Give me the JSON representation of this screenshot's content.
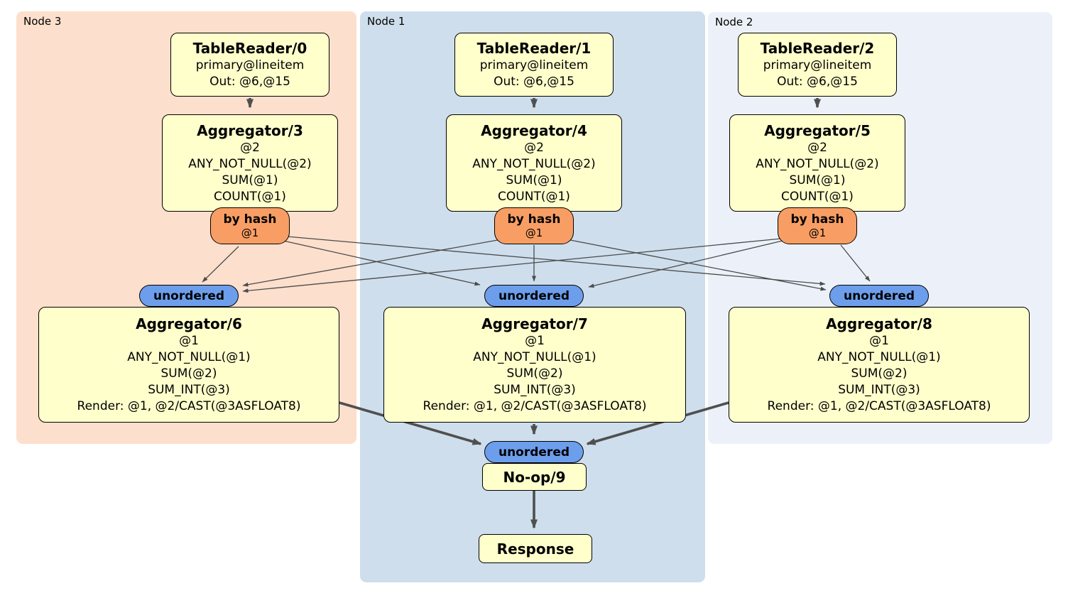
{
  "colors": {
    "node3_bg": "#fcdfcc",
    "node1_bg": "#cedeec",
    "node2_bg": "#ecf1f9",
    "processor_fill": "#ffffcc",
    "router_fill": "#f89e64",
    "stream_fill": "#6d9eeb",
    "edge": "#4b4b4b"
  },
  "node3": {
    "label": "Node 3",
    "table_reader": {
      "title": "TableReader/0",
      "index": "primary@lineitem",
      "out": "Out: @6,@15"
    },
    "aggregator_top": {
      "title": "Aggregator/3",
      "lines": [
        "@2",
        "ANY_NOT_NULL(@2)",
        "SUM(@1)",
        "COUNT(@1)"
      ]
    },
    "router": {
      "label": "by hash",
      "detail": "@1"
    },
    "stream": {
      "label": "unordered"
    },
    "aggregator_bottom": {
      "title": "Aggregator/6",
      "lines": [
        "@1",
        "ANY_NOT_NULL(@1)",
        "SUM(@2)",
        "SUM_INT(@3)",
        "Render: @1, @2/CAST(@3ASFLOAT8)"
      ]
    }
  },
  "node1": {
    "label": "Node 1",
    "table_reader": {
      "title": "TableReader/1",
      "index": "primary@lineitem",
      "out": "Out: @6,@15"
    },
    "aggregator_top": {
      "title": "Aggregator/4",
      "lines": [
        "@2",
        "ANY_NOT_NULL(@2)",
        "SUM(@1)",
        "COUNT(@1)"
      ]
    },
    "router": {
      "label": "by hash",
      "detail": "@1"
    },
    "stream": {
      "label": "unordered"
    },
    "aggregator_bottom": {
      "title": "Aggregator/7",
      "lines": [
        "@1",
        "ANY_NOT_NULL(@1)",
        "SUM(@2)",
        "SUM_INT(@3)",
        "Render: @1, @2/CAST(@3ASFLOAT8)"
      ]
    }
  },
  "node2": {
    "label": "Node 2",
    "table_reader": {
      "title": "TableReader/2",
      "index": "primary@lineitem",
      "out": "Out: @6,@15"
    },
    "aggregator_top": {
      "title": "Aggregator/5",
      "lines": [
        "@2",
        "ANY_NOT_NULL(@2)",
        "SUM(@1)",
        "COUNT(@1)"
      ]
    },
    "router": {
      "label": "by hash",
      "detail": "@1"
    },
    "stream": {
      "label": "unordered"
    },
    "aggregator_bottom": {
      "title": "Aggregator/8",
      "lines": [
        "@1",
        "ANY_NOT_NULL(@1)",
        "SUM(@2)",
        "SUM_INT(@3)",
        "Render: @1, @2/CAST(@3ASFLOAT8)"
      ]
    }
  },
  "final": {
    "stream": {
      "label": "unordered"
    },
    "noop": {
      "title": "No-op/9"
    },
    "response": {
      "title": "Response"
    }
  }
}
